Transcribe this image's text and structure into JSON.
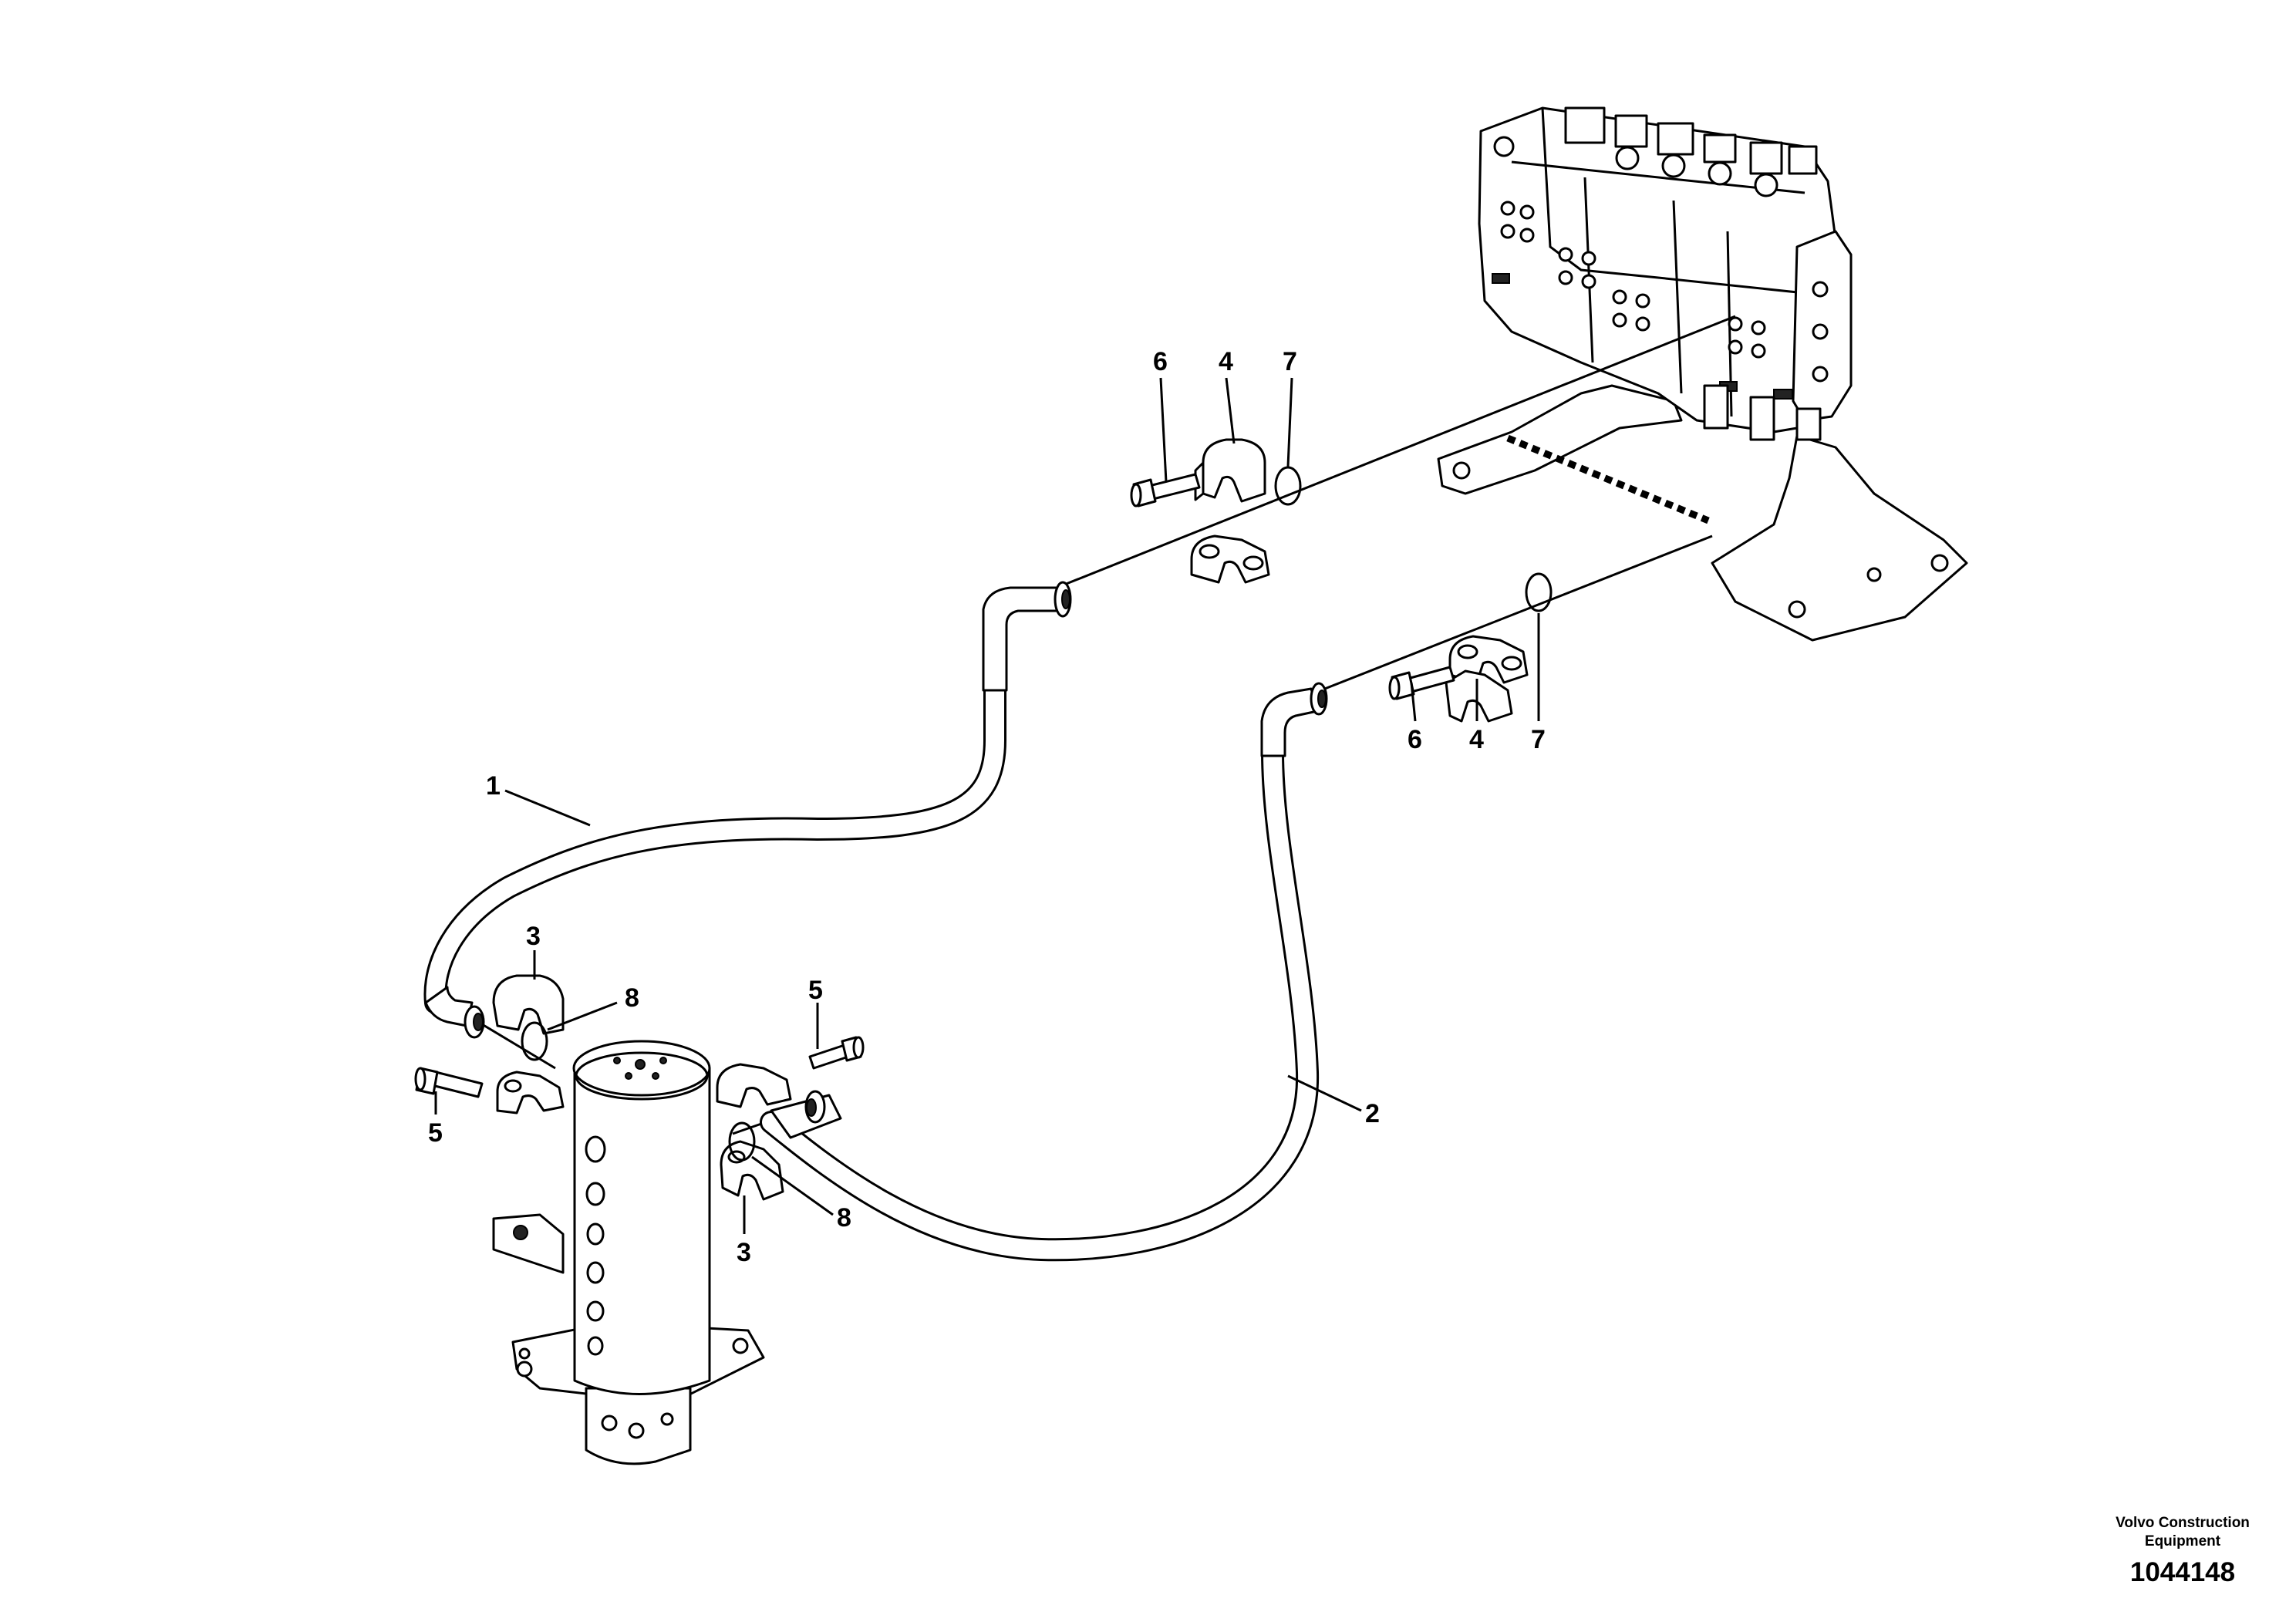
{
  "callouts": {
    "hose_1": "1",
    "hose_2": "2",
    "clamp_3_top": "3",
    "clamp_3_bottom": "3",
    "clamp_4_top": "4",
    "clamp_4_right": "4",
    "screw_5_right": "5",
    "screw_5_left": "5",
    "screw_6_top": "6",
    "screw_6_right": "6",
    "oring_7_top": "7",
    "oring_7_right": "7",
    "oring_8_top": "8",
    "oring_8_bottom": "8"
  },
  "credit": {
    "line1": "Volvo Construction",
    "line2": "Equipment"
  },
  "document_number": "1044148"
}
